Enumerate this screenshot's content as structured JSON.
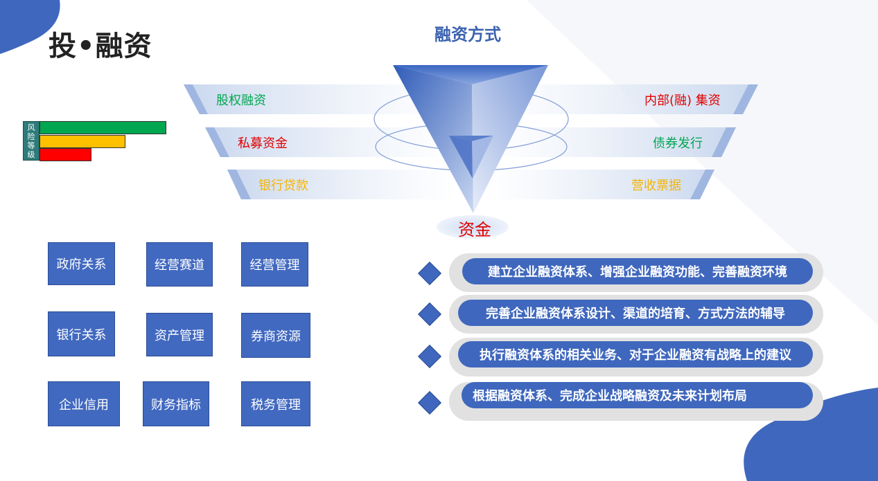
{
  "title": "投•融资",
  "funnel": {
    "title": "融资方式",
    "left_labels": [
      "股权融资",
      "私募资金",
      "银行贷款"
    ],
    "right_labels": [
      "内部(融) 集资",
      "债券发行",
      "营收票据"
    ],
    "bottom_label": "资金"
  },
  "risk_legend": {
    "label_chars": [
      "风",
      "险",
      "等",
      "级"
    ],
    "bars": [
      {
        "color": "#00a650",
        "level": 3
      },
      {
        "color": "#ffc000",
        "level": 2
      },
      {
        "color": "#ff0000",
        "level": 1
      }
    ]
  },
  "colors": {
    "primary": "#3f67bd",
    "green": "#00a650",
    "red": "#e00000",
    "orange": "#f5b400"
  },
  "boxes": [
    [
      "政府关系",
      "经营赛道",
      "经营管理"
    ],
    [
      "银行关系",
      "资产管理",
      "券商资源"
    ],
    [
      "企业信用",
      "财务指标",
      "税务管理"
    ]
  ],
  "steps": [
    "建立企业融资体系、增强企业融资功能、完善融资环境",
    "完善企业融资体系设计、渠道的培育、方式方法的辅导",
    "执行融资体系的相关业务、对于企业融资有战略上的建议",
    "根据融资体系、完成企业战略融资及未来计划布局"
  ]
}
